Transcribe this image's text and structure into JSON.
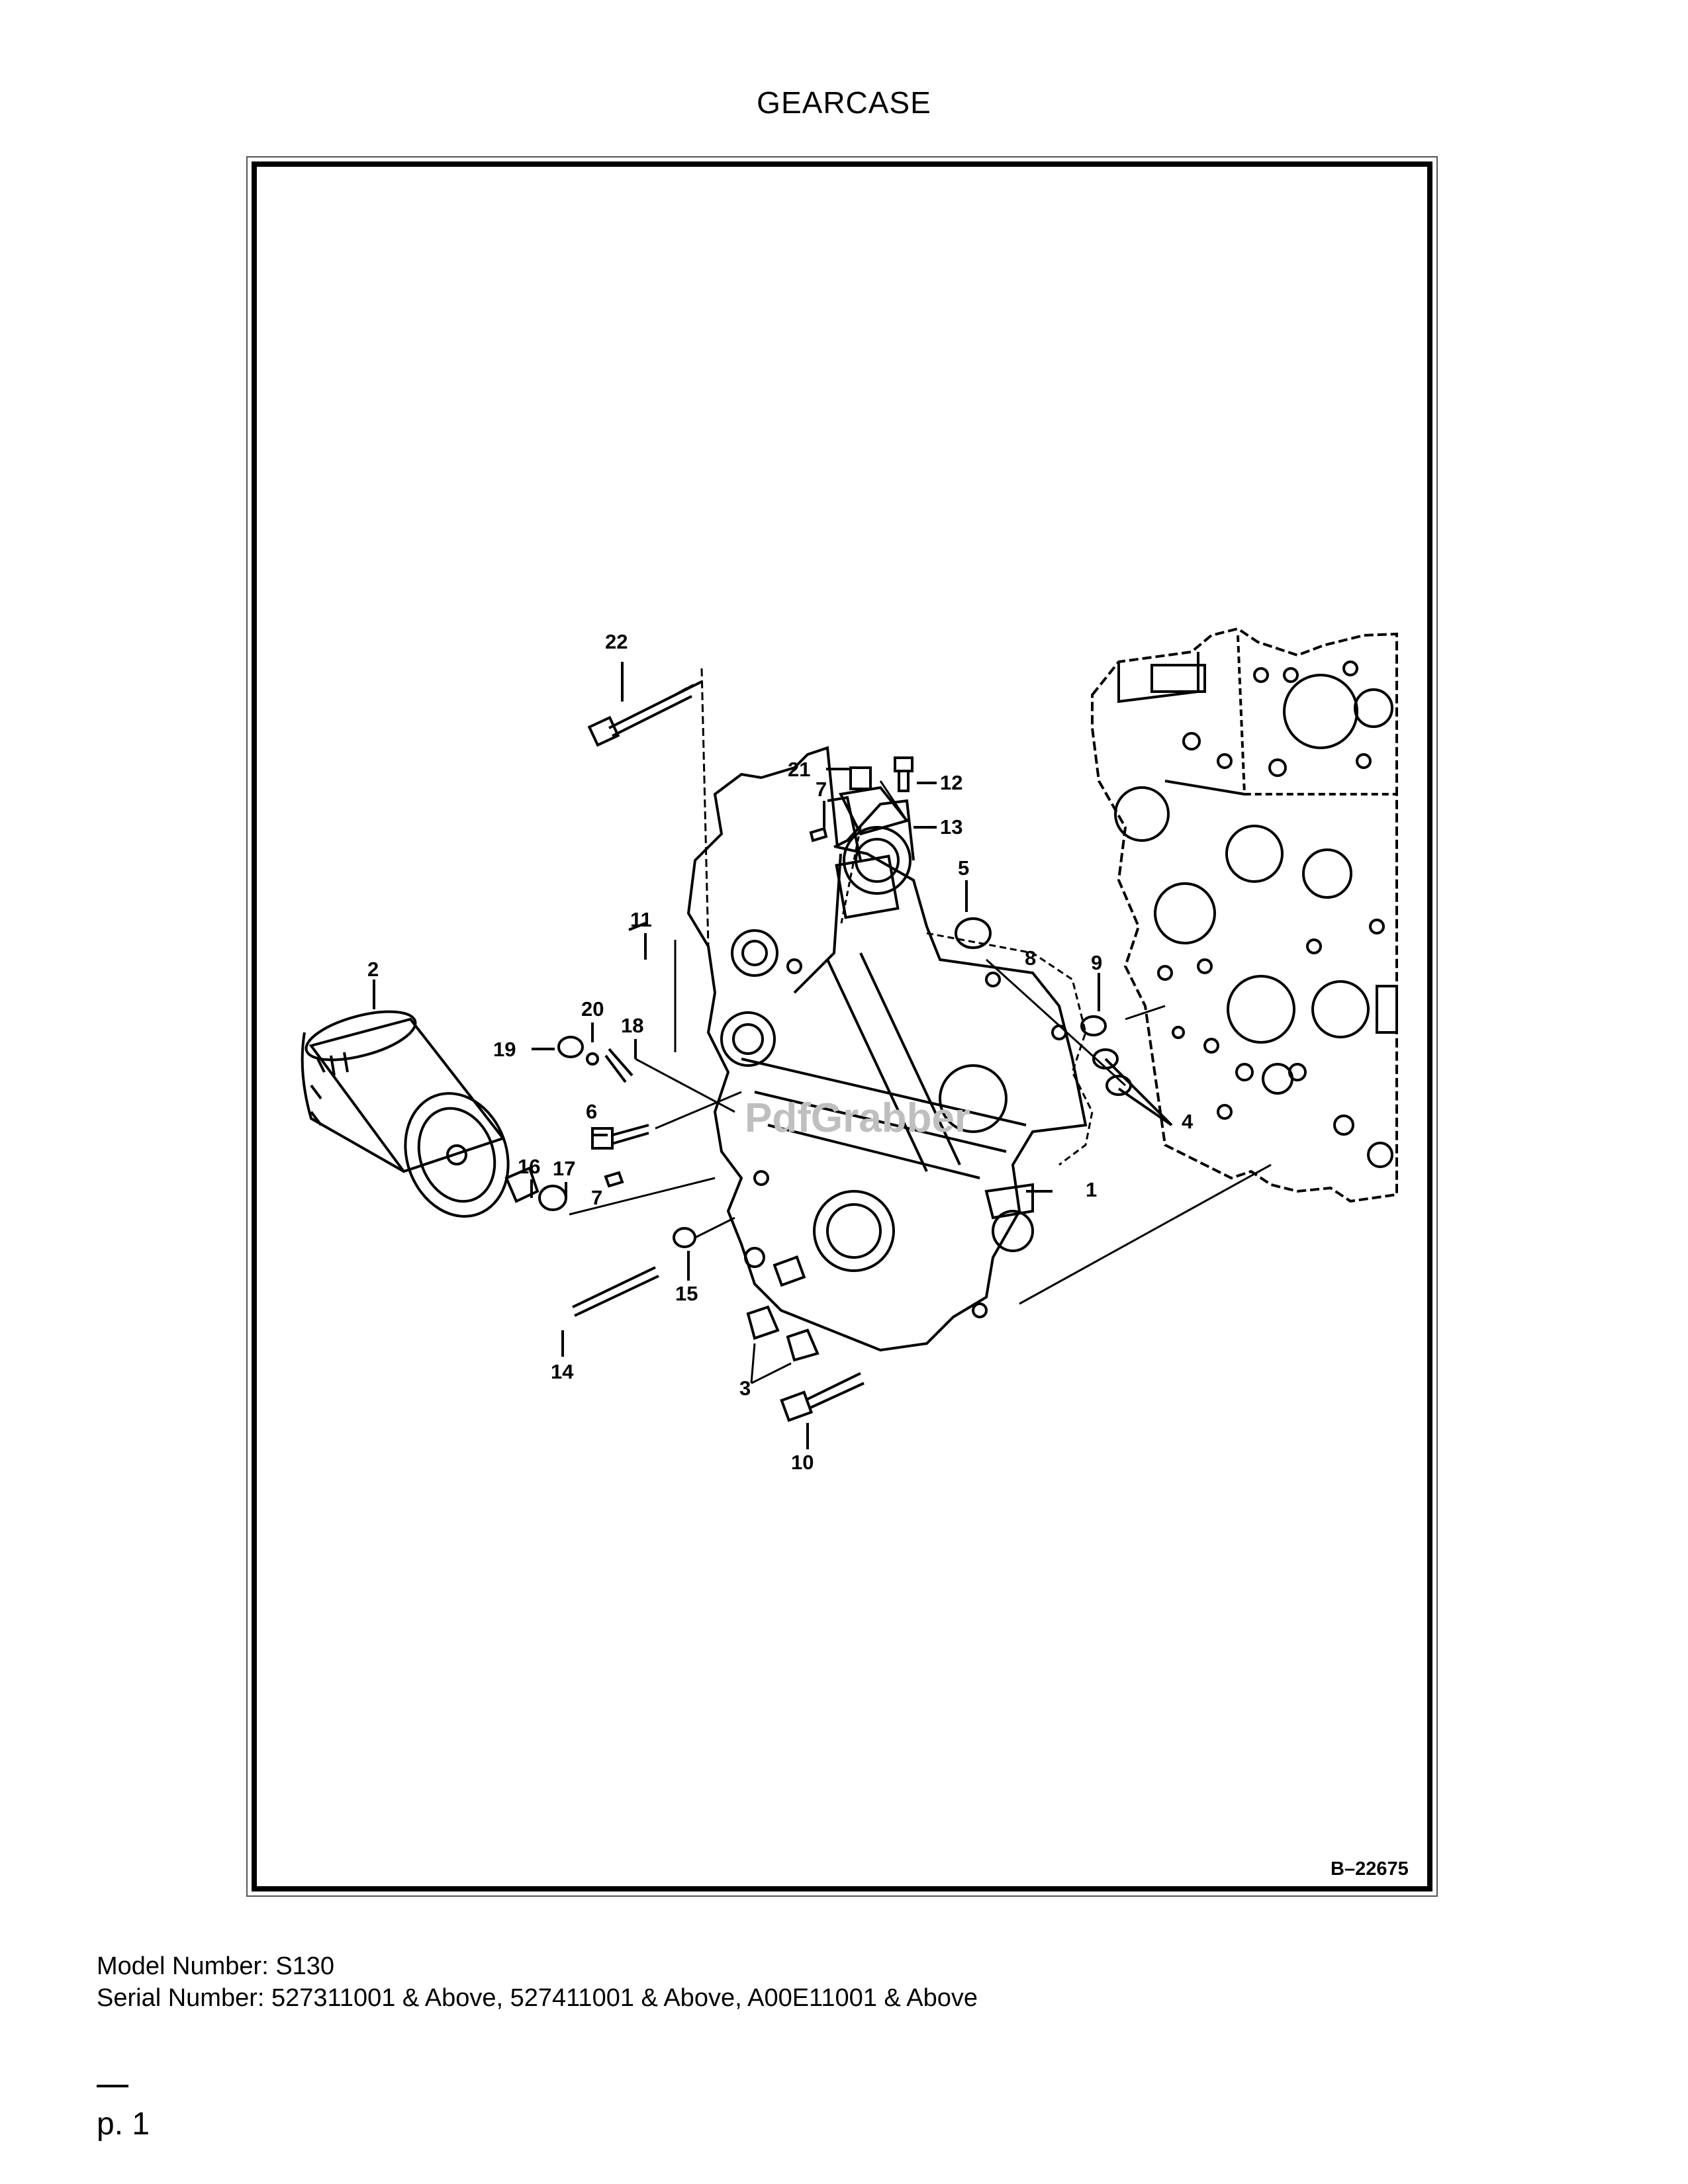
{
  "page": {
    "title": "GEARCASE",
    "figure_id": "B–22675",
    "watermark": "PdfGrabber",
    "model_line": "Model Number: S130",
    "serial_line": "Serial Number: 527311001 & Above, 527411001 & Above, A00E11001 & Above",
    "page_number": "p. 1"
  },
  "callouts": {
    "c1": "1",
    "c2": "2",
    "c3": "3",
    "c4": "4",
    "c5": "5",
    "c6": "6",
    "c7a": "7",
    "c7b": "7",
    "c8": "8",
    "c9": "9",
    "c10": "10",
    "c11": "11",
    "c12": "12",
    "c13": "13",
    "c14": "14",
    "c15": "15",
    "c16": "16",
    "c17": "17",
    "c18": "18",
    "c19": "19",
    "c20": "20",
    "c21": "21",
    "c22": "22"
  }
}
